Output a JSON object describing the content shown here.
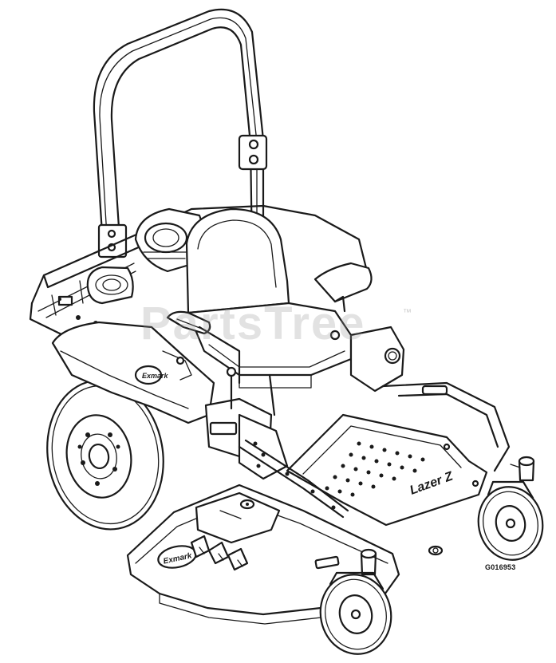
{
  "figure": {
    "code": "G016953",
    "watermark": "PartsTree",
    "watermark_mark": "™",
    "brand_decals": [
      "Exmark",
      "Lazer Z"
    ]
  }
}
